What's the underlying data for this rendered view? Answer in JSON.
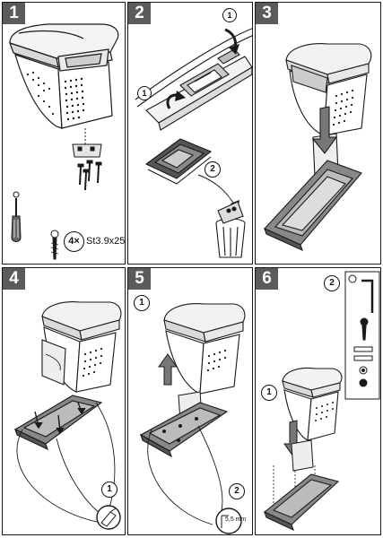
{
  "panels": [
    {
      "number": "1",
      "screw_count": "4×",
      "screw_spec": "St3.9x25"
    },
    {
      "number": "2",
      "callout_1": "1",
      "callout_2": "2"
    },
    {
      "number": "3"
    },
    {
      "number": "4",
      "callout_1": "1"
    },
    {
      "number": "5",
      "callout_1": "1",
      "callout_2": "2",
      "dimension": "5,5 mm"
    },
    {
      "number": "6",
      "callout_1": "1",
      "callout_2": "2"
    }
  ],
  "icons": [
    "armrest-icon",
    "screw-icon",
    "screwdriver-icon",
    "cup-holder-icon",
    "bin-icon",
    "arrow-icon",
    "hex-key-icon",
    "drill-icon"
  ],
  "colors": {
    "badge": "#5b5b5b",
    "line": "#1a1a1a",
    "shade": "#9a9a9a",
    "dark": "#555555"
  }
}
